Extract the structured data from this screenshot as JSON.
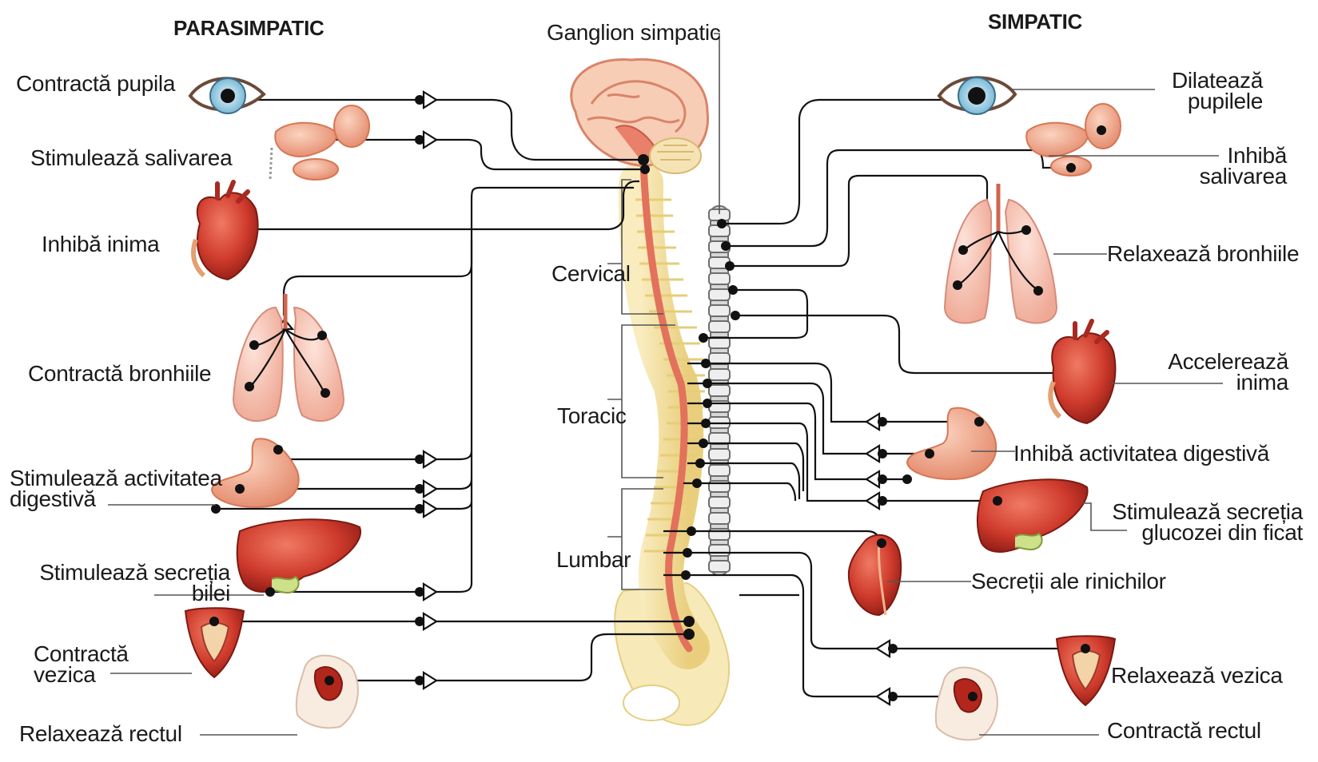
{
  "headers": {
    "left": "PARASIMPATIC",
    "right": "SIMPATIC"
  },
  "center_labels": {
    "ganglion": "Ganglion simpatic",
    "cervical": "Cervical",
    "toracic": "Toracic",
    "lumbar": "Lumbar"
  },
  "parasympathetic": [
    {
      "organ": "eye",
      "lines": [
        "Contractă pupila"
      ]
    },
    {
      "organ": "salivary-glands",
      "lines": [
        "Stimulează salivarea"
      ]
    },
    {
      "organ": "heart",
      "lines": [
        "Inhibă inima"
      ]
    },
    {
      "organ": "lungs",
      "lines": [
        "Contractă bronhiile"
      ]
    },
    {
      "organ": "stomach",
      "lines": [
        "Stimulează activitatea",
        "digestivă"
      ]
    },
    {
      "organ": "liver",
      "lines": [
        "Stimulează secreția",
        "bilei"
      ]
    },
    {
      "organ": "bladder",
      "lines": [
        "Contractă",
        "vezica"
      ]
    },
    {
      "organ": "rectum",
      "lines": [
        "Relaxează rectul"
      ]
    }
  ],
  "sympathetic": [
    {
      "organ": "eye",
      "lines": [
        "Dilatează",
        "pupilele"
      ]
    },
    {
      "organ": "salivary-glands",
      "lines": [
        "Inhibă",
        "salivarea"
      ]
    },
    {
      "organ": "lungs",
      "lines": [
        "Relaxează bronhiile"
      ]
    },
    {
      "organ": "heart",
      "lines": [
        "Accelerează",
        "inima"
      ]
    },
    {
      "organ": "stomach",
      "lines": [
        "Inhibă activitatea digestivă"
      ]
    },
    {
      "organ": "liver",
      "lines": [
        "Stimulează secreția",
        "glucozei din ficat"
      ]
    },
    {
      "organ": "kidney",
      "lines": [
        "Secreții ale rinichilor"
      ]
    },
    {
      "organ": "bladder",
      "lines": [
        "Relaxează vezica"
      ]
    },
    {
      "organ": "rectum",
      "lines": [
        "Contractă rectul"
      ]
    }
  ],
  "colors": {
    "nerve_line": "#111111",
    "spinal_cord": "#e8806a",
    "vertebrae": "#f3e2a0",
    "ganglion_chain": "#c9c9c9",
    "organ_red": "#c8382c",
    "organ_pink": "#f2b7a8"
  }
}
